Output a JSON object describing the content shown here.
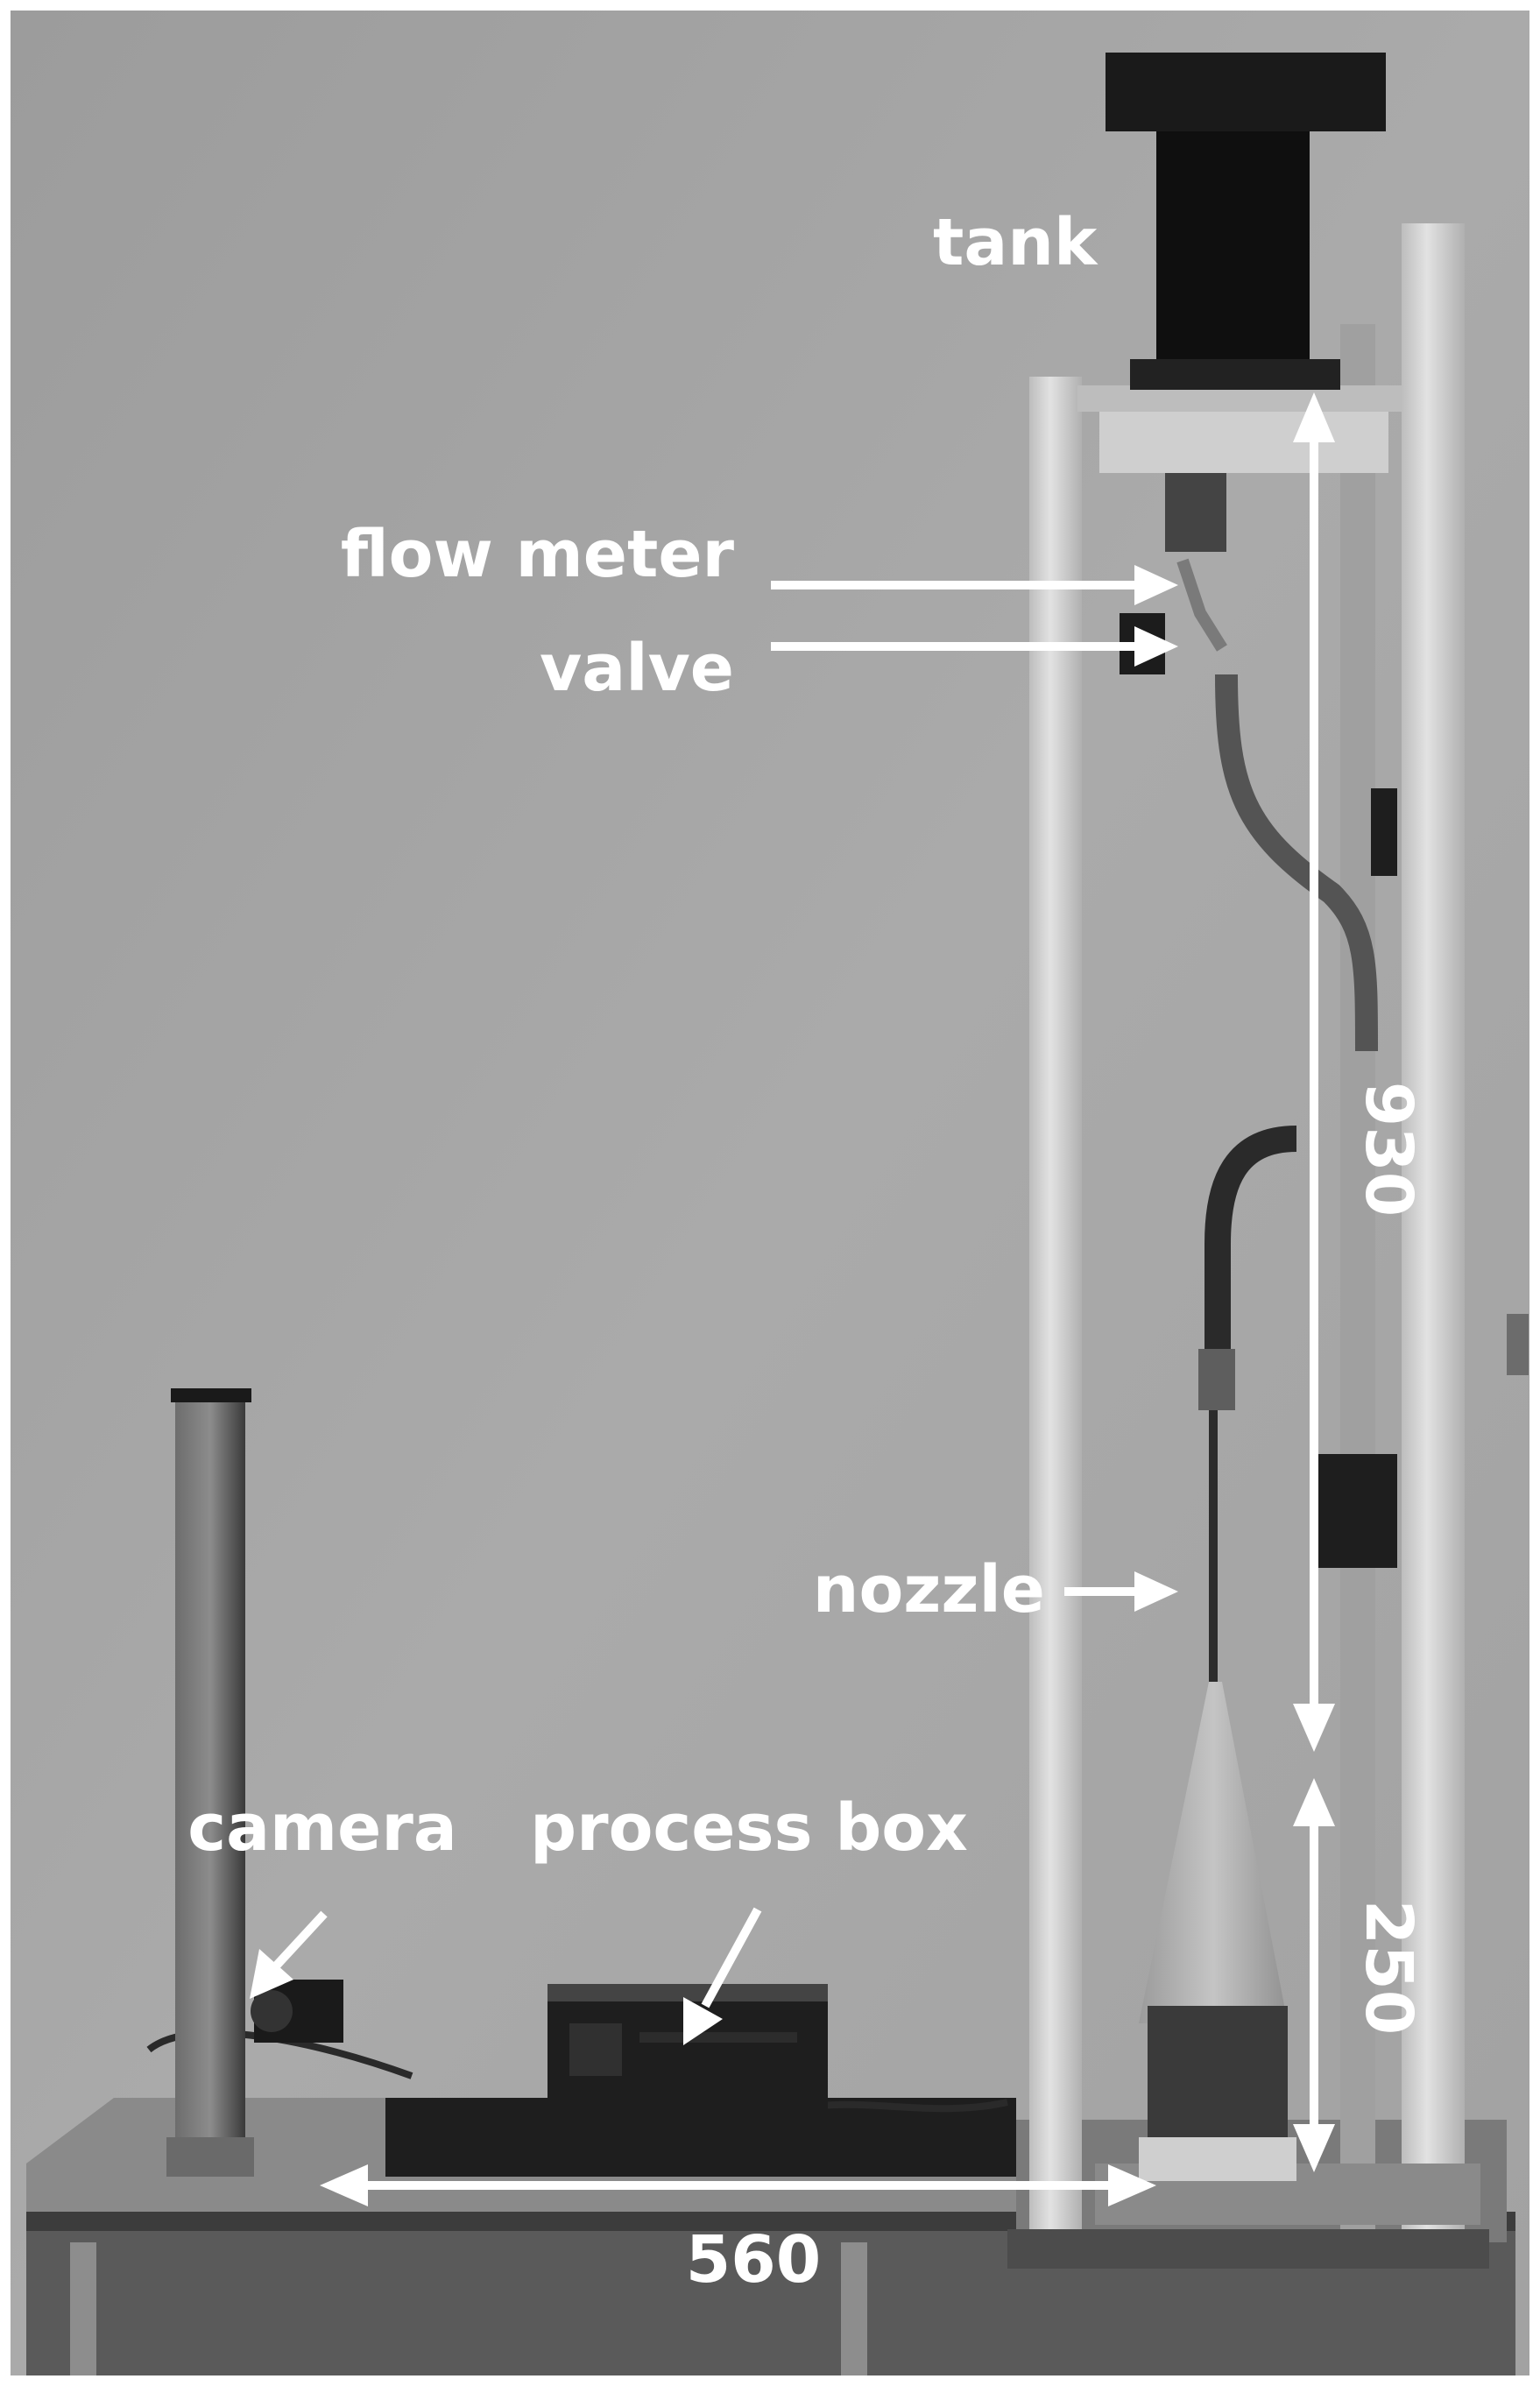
{
  "labels": {
    "tank": "tank",
    "flow_meter": "flow meter",
    "valve": "valve",
    "nozzle": "nozzle",
    "camera": "camera",
    "process_box": "process box"
  },
  "dimensions": {
    "vertical_upper": "930",
    "vertical_lower": "250",
    "horizontal": "560"
  },
  "colors": {
    "label": "#ffffff",
    "arrow": "#ffffff",
    "wall": "#a9a9a9",
    "frame": "#d4d4d4",
    "dark": "#1c1c1c"
  }
}
